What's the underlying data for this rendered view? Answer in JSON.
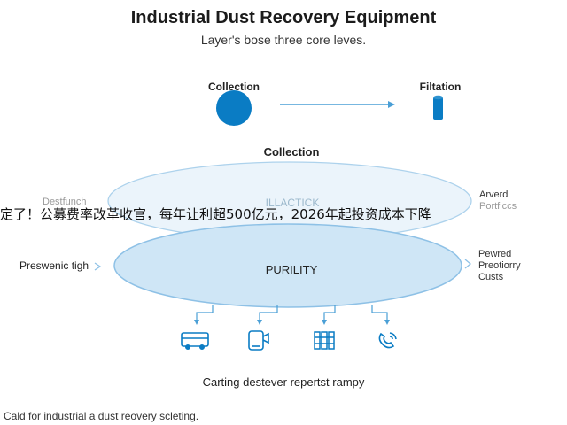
{
  "title": "Industrial Dust Recovery Equipment",
  "subtitle": "Layer's bose three core leves.",
  "top_flow": {
    "left_label": "Collection",
    "right_label": "Filtation"
  },
  "collection_header": "Collection",
  "upper_layer": {
    "center_label": "ILLACTICK",
    "left_label": "Destfunch",
    "right_label_lines": [
      "Arverd",
      "Portficcs"
    ]
  },
  "banner": "定了！公募费率改革收官，每年让利超500亿元，2026年起投资成本下降",
  "lower_layer": {
    "center_label": "PURILITY",
    "left_label": "Preswenic tigh",
    "right_label_lines": [
      "Pewred",
      "Preotiorry",
      "Custs"
    ]
  },
  "icons": [
    "van-icon",
    "phone-icon",
    "server-rack-icon",
    "handset-icon"
  ],
  "bottom_caption": "Carting destever repertst rampy",
  "footer": "Cald for industrial a dust reovery scleting.",
  "colors": {
    "accent": "#0a7cc4",
    "ellipse_fill": "#cfe6f6",
    "ellipse_stroke": "#8ec1e6",
    "arrow": "#4a9fd6"
  }
}
